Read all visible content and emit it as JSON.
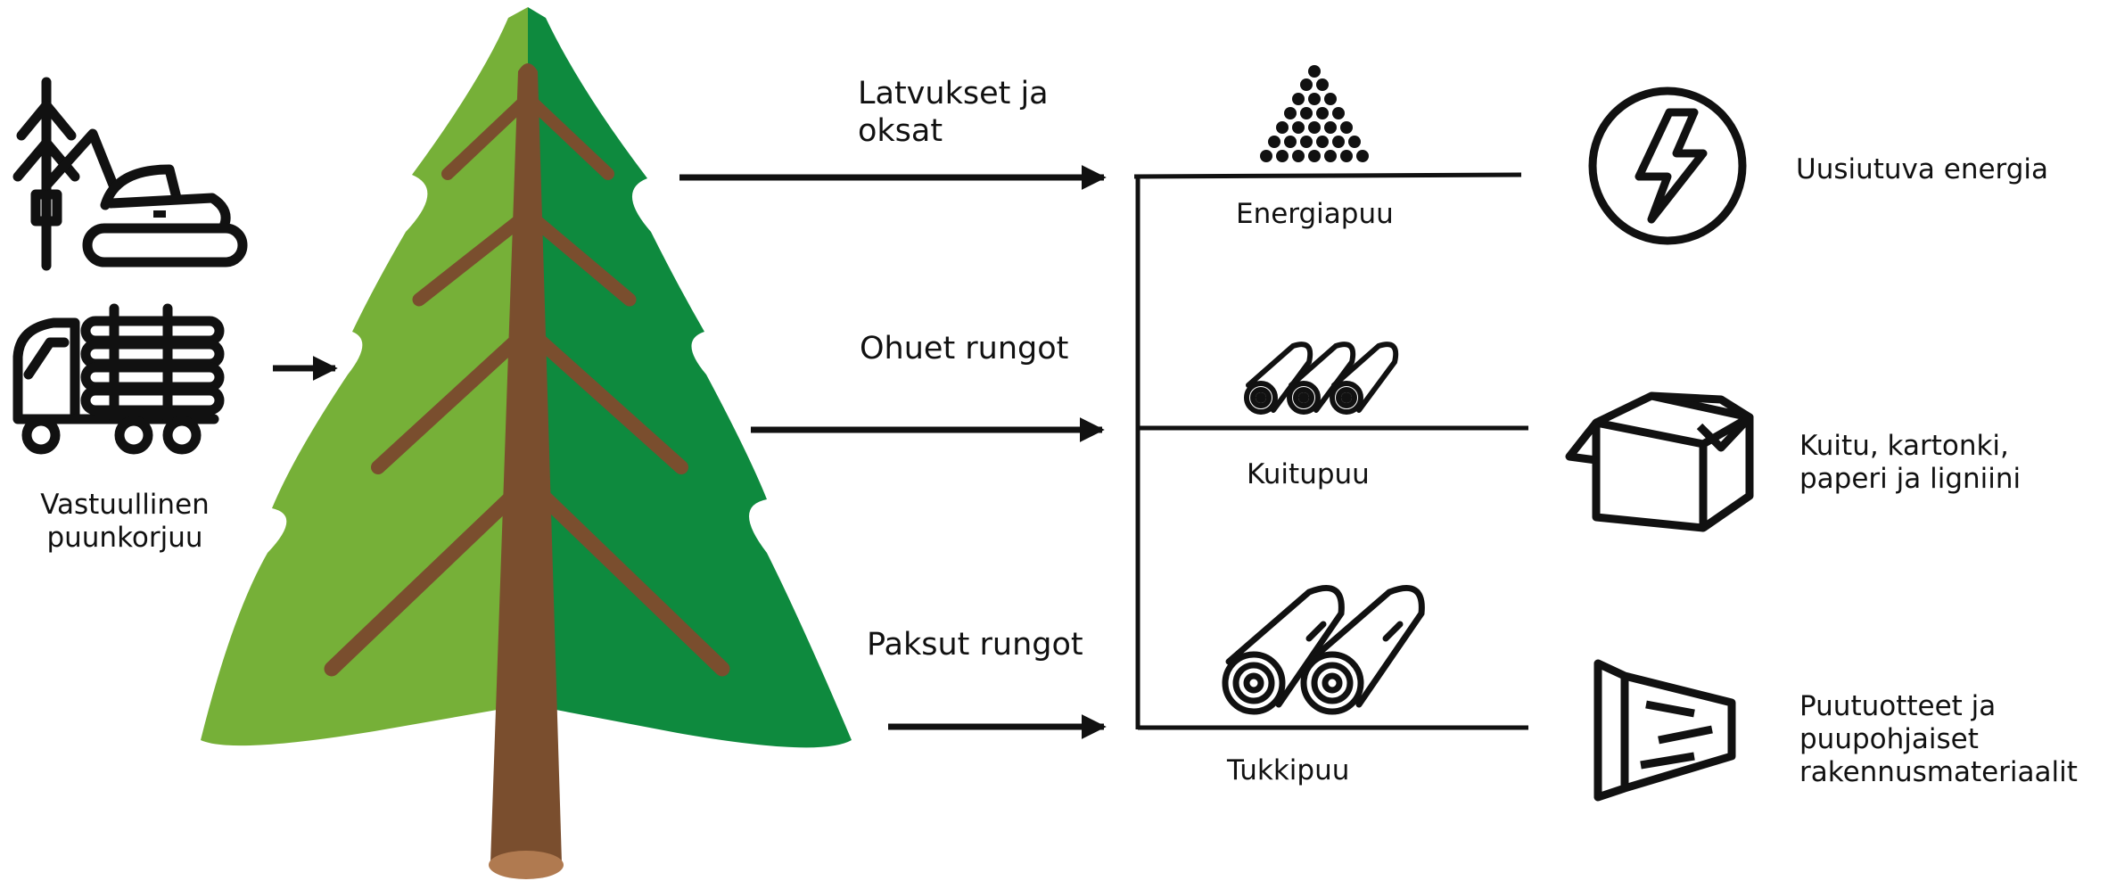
{
  "harvest": {
    "line1": "Vastuullinen",
    "line2": "puunkorjuu"
  },
  "tree_parts": {
    "tops_line1": "Latvukset ja",
    "tops_line2": "oksat",
    "thin": "Ohuet rungot",
    "thick": "Paksut rungot"
  },
  "wood_types": {
    "energy": "Energiapuu",
    "pulp": "Kuitupuu",
    "log": "Tukkipuu"
  },
  "products": {
    "energy": "Uusiutuva energia",
    "pulp_line1": "Kuitu, kartonki,",
    "pulp_line2": "paperi ja ligniini",
    "timber_line1": "Puutuotteet ja",
    "timber_line2": "puupohjaiset",
    "timber_line3": "rakennusmateriaalit"
  },
  "colors": {
    "foliage_light": "#76b038",
    "foliage_dark": "#0e8a3e",
    "trunk": "#7a4e2e",
    "trunk_end": "#b07a50",
    "ink": "#111111"
  }
}
